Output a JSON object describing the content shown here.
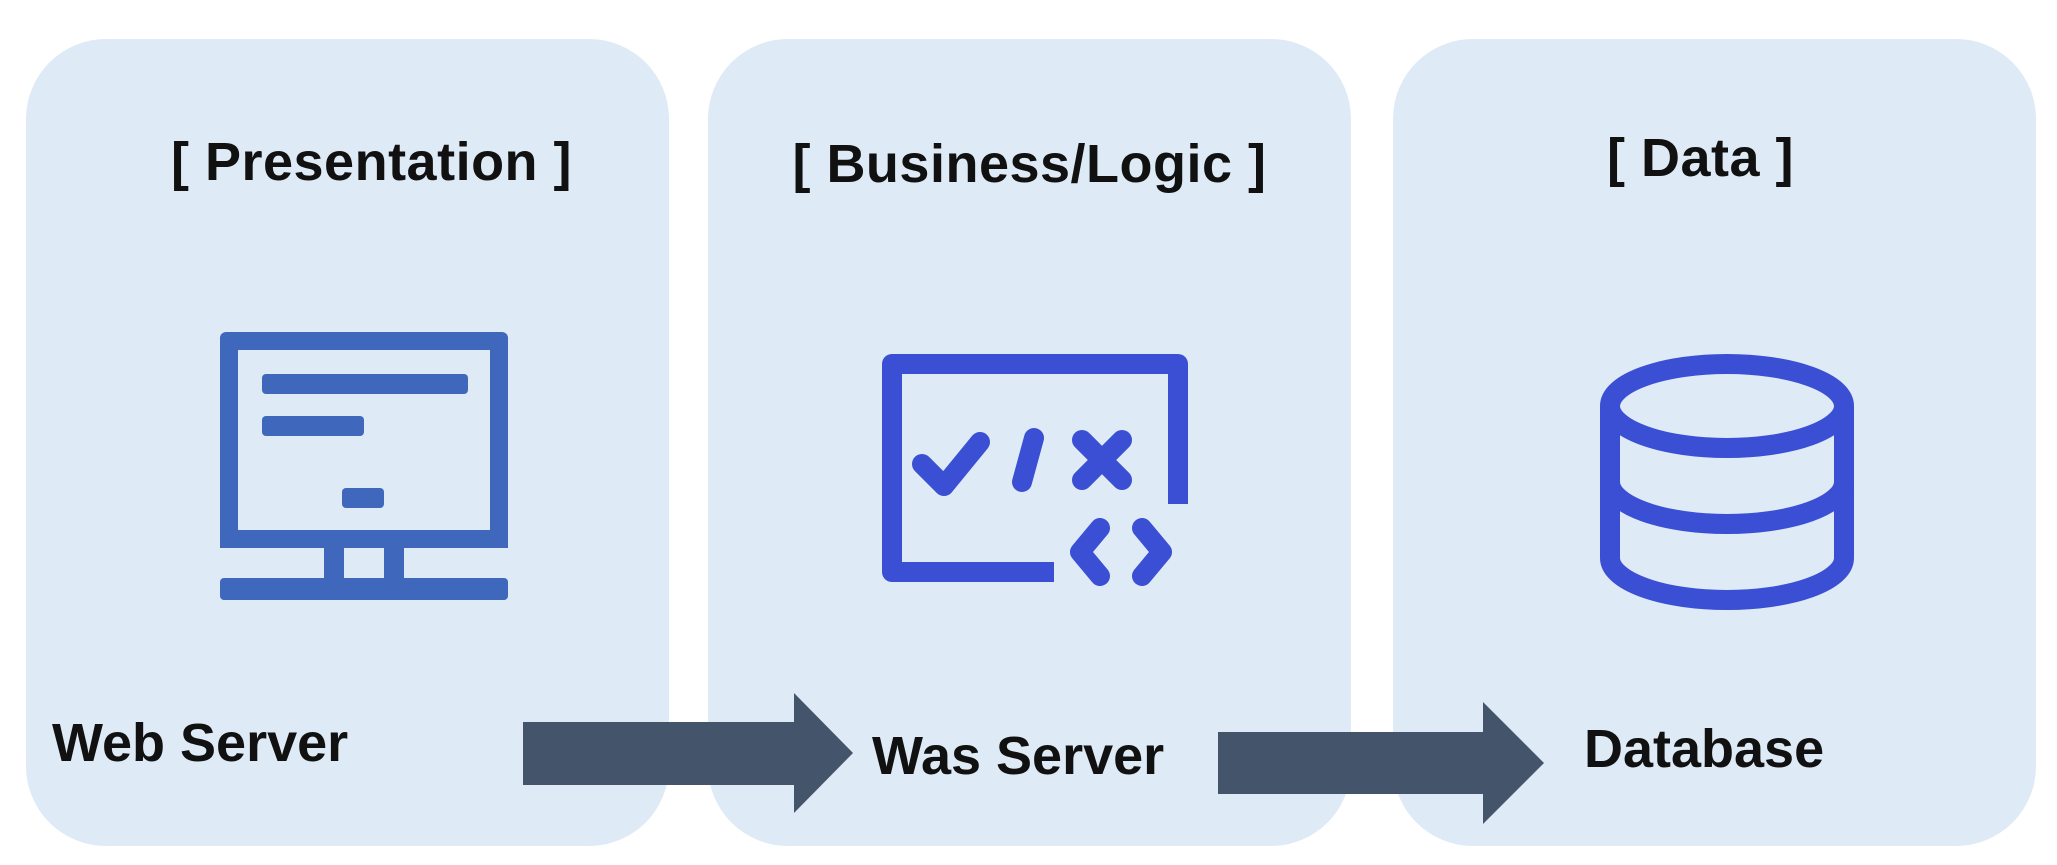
{
  "tiers": [
    {
      "title": "[ Presentation ]",
      "component": "Web Server",
      "icon": "monitor-icon"
    },
    {
      "title": "[ Business/Logic ]",
      "component": "Was Server",
      "icon": "code-window-icon"
    },
    {
      "title": "[ Data ]",
      "component": "Database",
      "icon": "database-icon"
    }
  ],
  "colors": {
    "panel": "#deeaf6",
    "monitor": "#3f68bd",
    "icon": "#3a4fd4",
    "arrow": "#44546a"
  }
}
